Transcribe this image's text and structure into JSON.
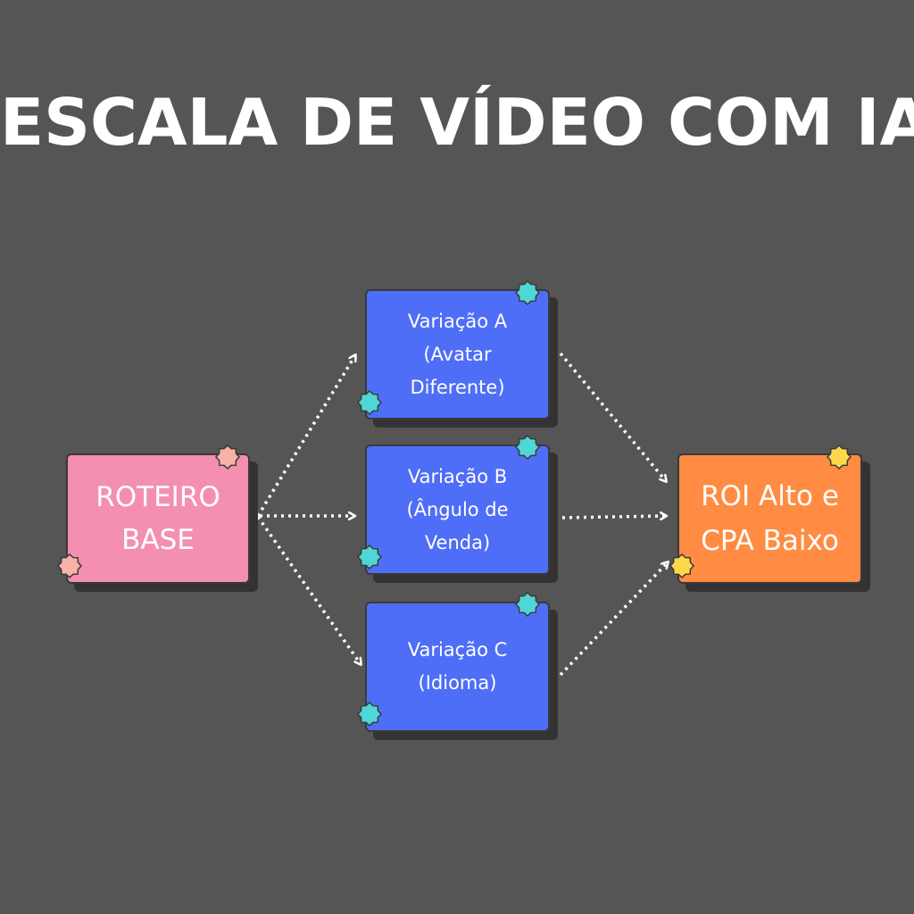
{
  "title": "ESCALA DE VÍDEO COM IA",
  "nodes": {
    "base": {
      "label": "ROTEIRO\nBASE"
    },
    "variation_a": {
      "label": "Variação A\n(Avatar\nDiferente)"
    },
    "variation_b": {
      "label": "Variação B\n(Ângulo de\nVenda)"
    },
    "variation_c": {
      "label": "Variação C\n(Idioma)"
    },
    "result": {
      "label": "ROI Alto e\nCPA Baixo"
    }
  },
  "colors": {
    "background": "#555555",
    "base": "#f48fb1",
    "variation": "#4f6ef7",
    "result": "#ff8c42",
    "star_base": "#f7b3a6",
    "star_variation": "#4fd6d6",
    "star_result": "#ffd84a",
    "arrow": "#ffffff"
  },
  "edges": [
    {
      "from": "base",
      "to": "variation_a",
      "style": "dotted"
    },
    {
      "from": "base",
      "to": "variation_b",
      "style": "dotted"
    },
    {
      "from": "base",
      "to": "variation_c",
      "style": "dotted"
    },
    {
      "from": "variation_a",
      "to": "result",
      "style": "dotted"
    },
    {
      "from": "variation_b",
      "to": "result",
      "style": "dotted"
    },
    {
      "from": "variation_c",
      "to": "result",
      "style": "dotted"
    }
  ]
}
